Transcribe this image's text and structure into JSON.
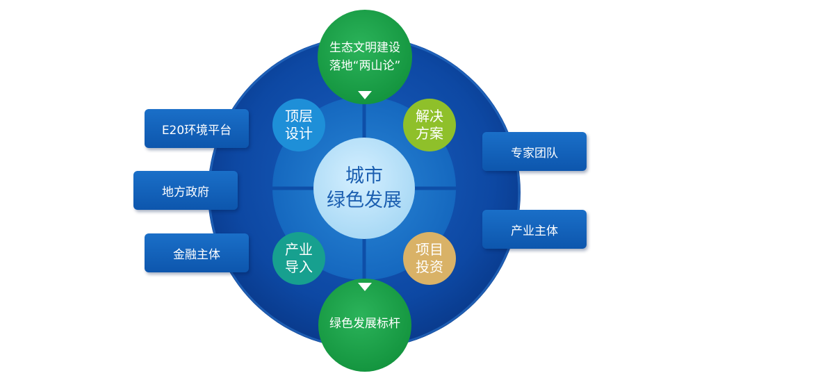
{
  "center": {
    "line1": "城市",
    "line2": "绿色发展"
  },
  "top_node": {
    "line1": "生态文明建设",
    "line2": "落地“两山论”"
  },
  "bottom_node": {
    "label": "绿色发展标杆"
  },
  "quadrants": {
    "top_left": {
      "line1": "顶层",
      "line2": "设计"
    },
    "top_right": {
      "line1": "解决",
      "line2": "方案"
    },
    "bottom_left": {
      "line1": "产业",
      "line2": "导入"
    },
    "bottom_right": {
      "line1": "项目",
      "line2": "投资"
    }
  },
  "left_boxes": [
    "E20环境平台",
    "地方政府",
    "金融主体"
  ],
  "right_boxes": [
    "专家团队",
    "产业主体"
  ],
  "colors": {
    "outer_ring": "#0e49a6",
    "inner_disc": "#1770c8",
    "center": "#b9e1f8",
    "green_node": "#1ca24a",
    "top_left_circle": "#1e8fd8",
    "top_right_circle": "#8fc02a",
    "bottom_left_circle": "#17a08f",
    "bottom_right_circle": "#d9b267",
    "side_box": "#0d5cb5"
  }
}
